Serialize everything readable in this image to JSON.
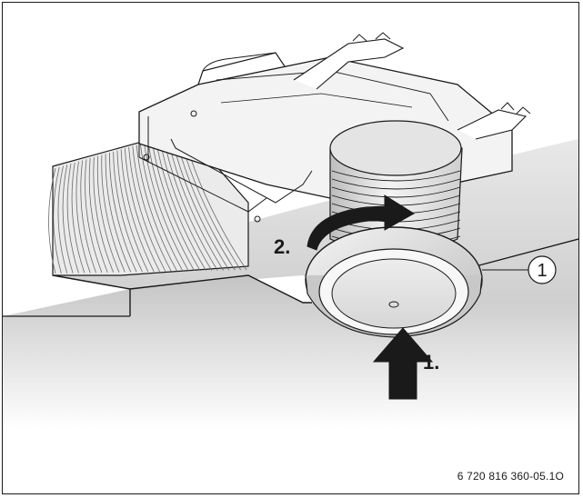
{
  "diagram": {
    "step_1_label": "1.",
    "step_2_label": "2.",
    "callout_label": "1",
    "figure_code": "6 720 816 360-05.1O"
  },
  "colors": {
    "line": "#1a1a1a",
    "ceiling_top": "#d9d9d9",
    "ceiling_front": "#bdbdbd",
    "duct_light": "#f2f2f2",
    "duct_mid": "#cfcfcf",
    "valve_face": "#e6e6e6",
    "arrow_fill": "#1a1a1a"
  }
}
